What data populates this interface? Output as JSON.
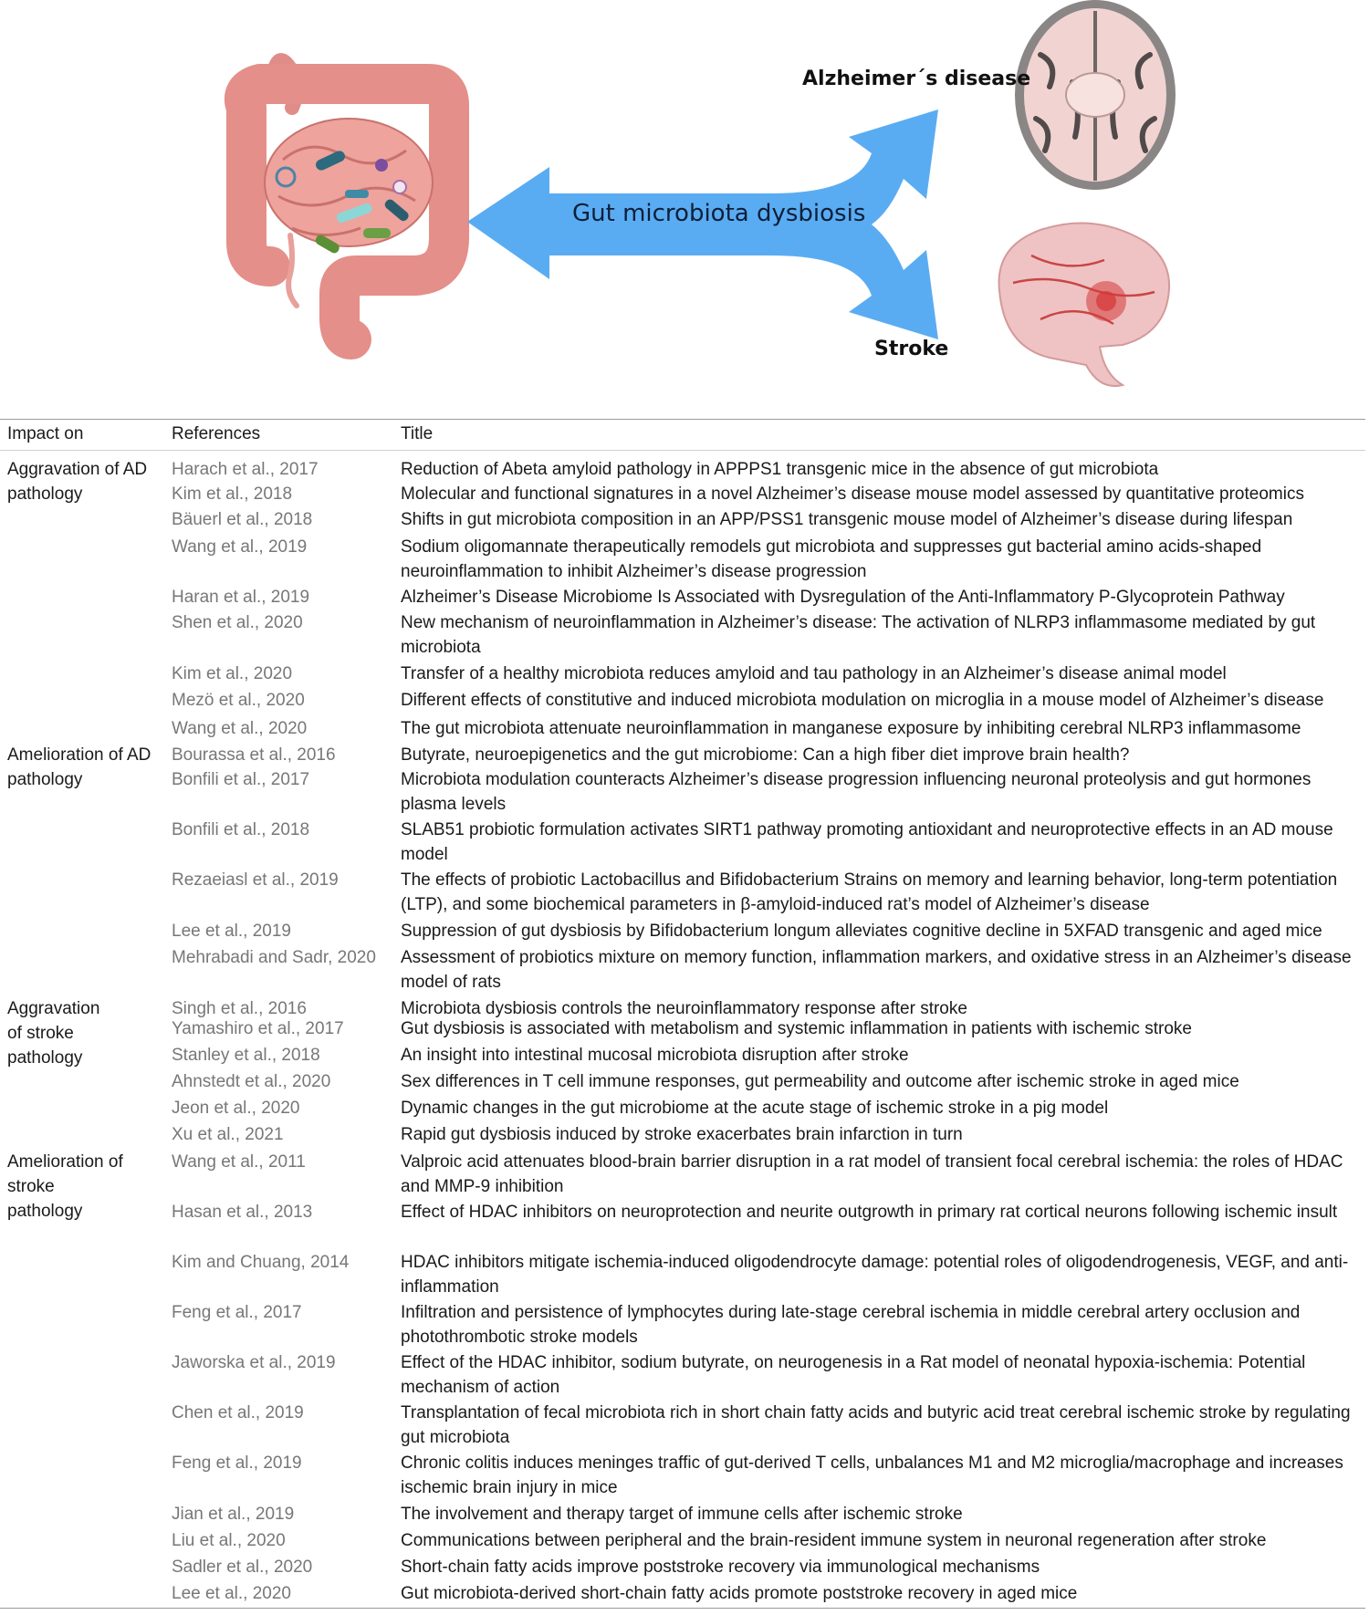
{
  "figure": {
    "ad_label": "Alzheimer´s disease",
    "stroke_label": "Stroke",
    "arrow_label": "Gut microbiota dysbiosis",
    "colors": {
      "arrow": "#5aacf2",
      "gut": "#e89590",
      "brain": "#efc3c3",
      "lesion": "#d63a3a"
    }
  },
  "table": {
    "headers": {
      "impact": "Impact on",
      "references": "References",
      "title": "Title"
    },
    "categories": [
      "Aggravation of AD pathology",
      "Amelioration of AD pathology",
      "Aggravation of stroke pathology",
      "Amelioration of stroke pathology"
    ],
    "rows": [
      {
        "ref": "Harach et al., 2017",
        "title": "Reduction of Abeta amyloid pathology in APPPS1 transgenic mice in the absence of gut microbiota"
      },
      {
        "ref": "Kim et al., 2018",
        "title": "Molecular and functional signatures in a novel Alzheimer’s disease mouse model assessed by quantitative proteomics"
      },
      {
        "ref": "Bäuerl et al., 2018",
        "title": "Shifts in gut microbiota composition in an APP/PSS1 transgenic mouse model of Alzheimer’s disease during lifespan"
      },
      {
        "ref": "Wang et al., 2019",
        "title": "Sodium oligomannate therapeutically remodels gut microbiota and suppresses gut bacterial amino acids-shaped neuroinflammation to inhibit Alzheimer’s disease progression"
      },
      {
        "ref": "Haran et al., 2019",
        "title": "Alzheimer’s Disease Microbiome Is Associated with Dysregulation of the Anti-Inflammatory P-Glycoprotein Pathway"
      },
      {
        "ref": "Shen et al., 2020",
        "title": "New mechanism of neuroinflammation in Alzheimer’s disease: The activation of NLRP3 inflammasome mediated by gut microbiota"
      },
      {
        "ref": "Kim et al., 2020",
        "title": "Transfer of a healthy microbiota reduces amyloid and tau pathology in an Alzheimer’s disease animal model"
      },
      {
        "ref": "Mezö et al., 2020",
        "title": "Different effects of constitutive and induced microbiota modulation on microglia in a mouse model of Alzheimer’s disease"
      },
      {
        "ref": "Wang et al., 2020",
        "title": "The gut microbiota attenuate neuroinflammation in manganese exposure by inhibiting cerebral NLRP3 inflammasome"
      },
      {
        "ref": "Bourassa et al., 2016",
        "title": "Butyrate, neuroepigenetics and the gut microbiome: Can a high fiber diet improve brain health?"
      },
      {
        "ref": "Bonfili et al., 2017",
        "title": "Microbiota modulation counteracts Alzheimer’s disease progression influencing neuronal proteolysis and gut hormones plasma levels"
      },
      {
        "ref": "Bonfili et al., 2018",
        "title": "SLAB51 probiotic formulation activates SIRT1 pathway promoting antioxidant and neuroprotective effects in an AD mouse model"
      },
      {
        "ref": "Rezaeiasl et al., 2019",
        "title": "The effects of probiotic Lactobacillus and Bifidobacterium Strains on memory and learning behavior, long-term potentiation (LTP), and some biochemical parameters in β-amyloid-induced rat’s model of Alzheimer’s disease"
      },
      {
        "ref": "Lee et al., 2019",
        "title": "Suppression of gut dysbiosis by Bifidobacterium longum alleviates cognitive decline in 5XFAD transgenic and aged mice"
      },
      {
        "ref": "Mehrabadi and Sadr, 2020",
        "title": "Assessment of probiotics mixture on memory function, inflammation markers, and oxidative stress in an Alzheimer’s disease model of rats"
      },
      {
        "ref": "Singh et al., 2016",
        "title": "Microbiota dysbiosis controls the neuroinflammatory response after stroke"
      },
      {
        "ref": "Yamashiro et al., 2017",
        "title": "Gut dysbiosis is associated with metabolism and systemic inflammation in patients with ischemic stroke"
      },
      {
        "ref": "Stanley et al., 2018",
        "title": "An insight into intestinal mucosal microbiota disruption after stroke"
      },
      {
        "ref": "Ahnstedt et al., 2020",
        "title": "Sex differences in T cell immune responses, gut permeability and outcome after ischemic stroke in aged mice"
      },
      {
        "ref": "Jeon et al., 2020",
        "title": "Dynamic changes in the gut microbiome at the acute stage of ischemic stroke in a pig model"
      },
      {
        "ref": "Xu et al., 2021",
        "title": "Rapid gut dysbiosis induced by stroke exacerbates brain infarction in turn"
      },
      {
        "ref": "Wang et al., 2011",
        "title": "Valproic acid attenuates blood-brain barrier disruption in a rat model of transient focal cerebral ischemia: the roles of HDAC and MMP-9 inhibition"
      },
      {
        "ref": "Hasan et al., 2013",
        "title": "Effect of HDAC inhibitors on neuroprotection and neurite outgrowth in primary rat cortical neurons following ischemic insult"
      },
      {
        "ref": "Kim and Chuang, 2014",
        "title": "HDAC inhibitors mitigate ischemia-induced oligodendrocyte damage: potential roles of oligodendrogenesis, VEGF, and anti-inflammation"
      },
      {
        "ref": "Feng et al., 2017",
        "title": "Infiltration and persistence of lymphocytes during late-stage cerebral ischemia in middle cerebral artery occlusion and photothrombotic stroke models"
      },
      {
        "ref": "Jaworska et al., 2019",
        "title": "Effect of the HDAC inhibitor, sodium butyrate, on neurogenesis in a Rat model of neonatal hypoxia-ischemia: Potential mechanism of action"
      },
      {
        "ref": "Chen et al., 2019",
        "title": "Transplantation of fecal microbiota rich in short chain fatty acids and butyric acid treat cerebral ischemic stroke by regulating gut microbiota"
      },
      {
        "ref": "Feng et al., 2019",
        "title": "Chronic colitis induces meninges traffic of gut-derived T cells, unbalances M1 and M2 microglia/macrophage and increases ischemic brain injury in mice"
      },
      {
        "ref": "Jian et al., 2019",
        "title": "The involvement and therapy target of immune cells after ischemic stroke"
      },
      {
        "ref": "Liu et al., 2020",
        "title": "Communications between peripheral and the brain-resident immune system in neuronal regeneration after stroke"
      },
      {
        "ref": "Sadler et al., 2020",
        "title": "Short-chain fatty acids improve poststroke recovery via immunological mechanisms"
      },
      {
        "ref": "Lee et al., 2020",
        "title": "Gut microbiota-derived short-chain fatty acids promote poststroke recovery in aged mice"
      }
    ]
  }
}
